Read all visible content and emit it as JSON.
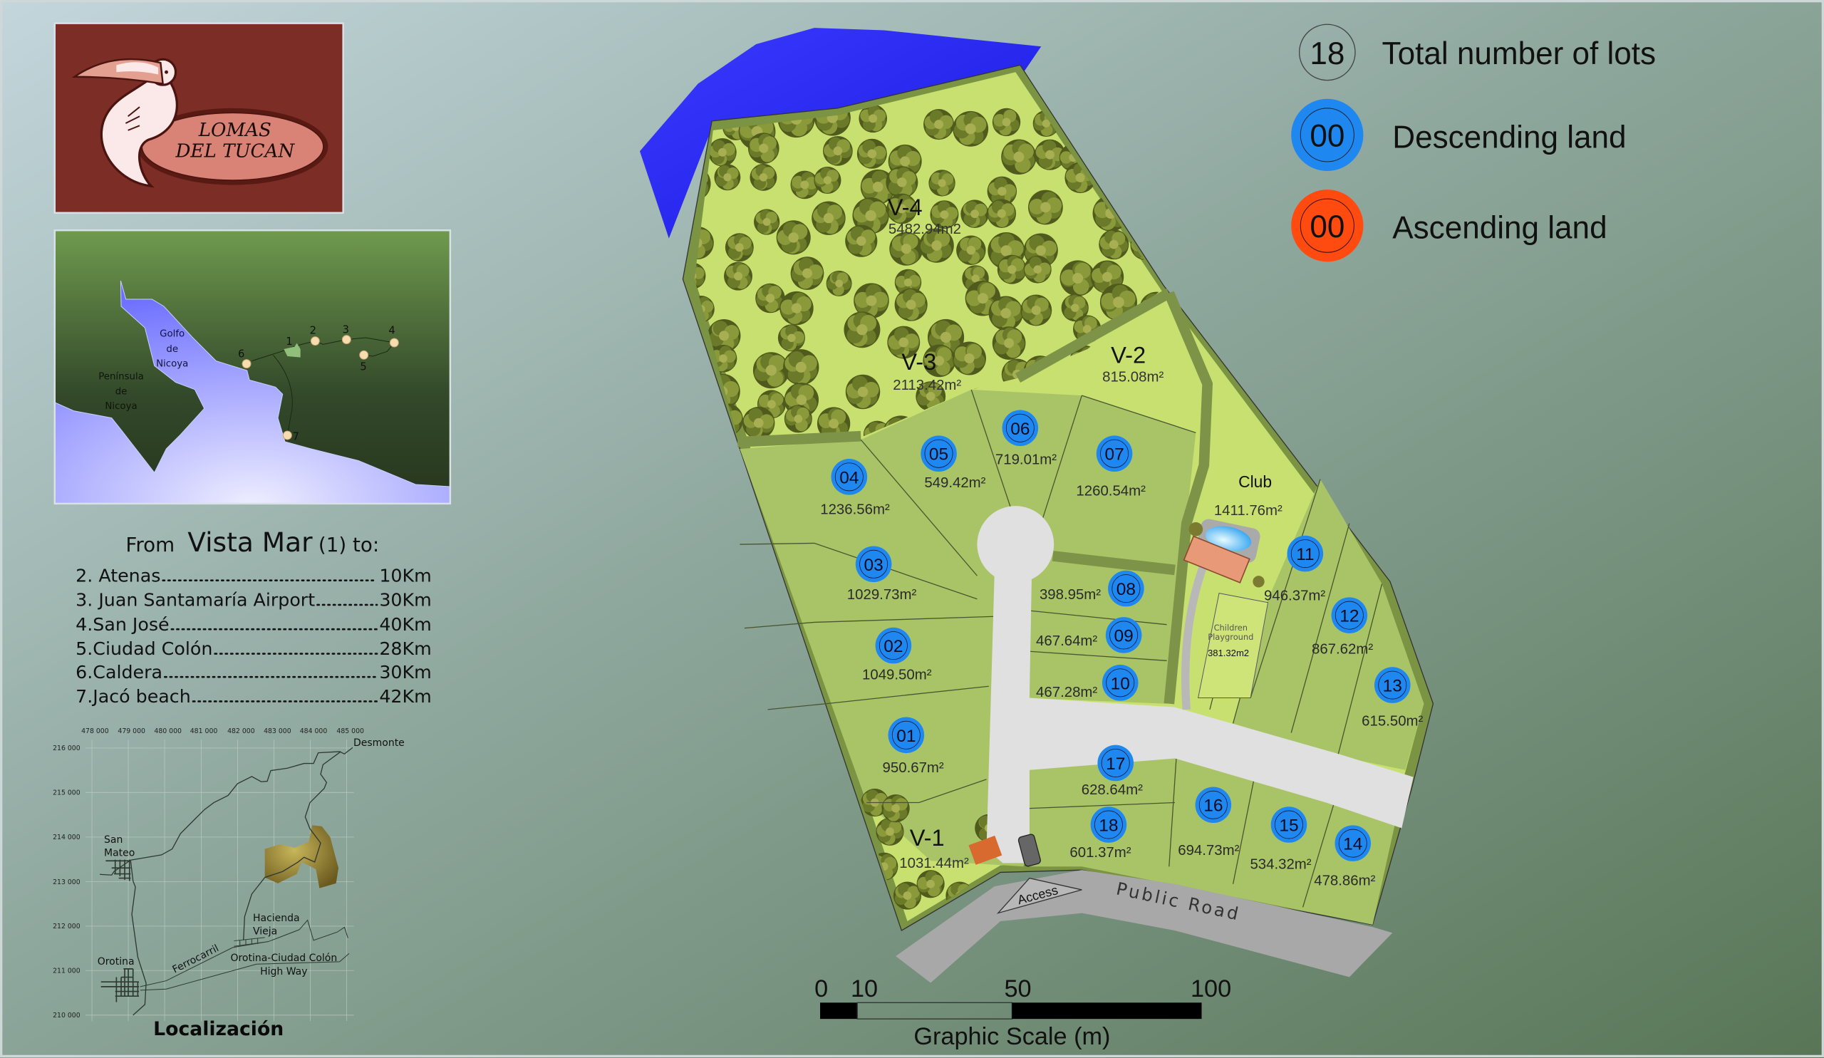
{
  "logo": {
    "line1": "LOMAS",
    "line2": "DEL TUCAN"
  },
  "region_map": {
    "gulf": [
      "Golfo",
      "de",
      "Nicoya"
    ],
    "peninsula": [
      "Península",
      "de",
      "Nicoya"
    ],
    "points": [
      "1",
      "2",
      "3",
      "4",
      "5",
      "6",
      "7"
    ]
  },
  "distances": {
    "from": "From",
    "place": "Vista Mar",
    "suffix": "(1) to:",
    "items": [
      {
        "label": "2. Atenas",
        "distance": "10Km"
      },
      {
        "label": "3. Juan Santamaría Airport",
        "distance": "30Km"
      },
      {
        "label": "4.San José",
        "distance": "40Km"
      },
      {
        "label": "5.Ciudad Colón",
        "distance": "28Km"
      },
      {
        "label": "6.Caldera",
        "distance": "30Km"
      },
      {
        "label": "7.Jacó beach",
        "distance": "42Km"
      }
    ]
  },
  "location_map": {
    "title": "Localización",
    "x_ticks": [
      "478 000",
      "479 000",
      "480 000",
      "481 000",
      "482 000",
      "483 000",
      "484 000",
      "485 000"
    ],
    "y_ticks": [
      "216 000",
      "215 000",
      "214 000",
      "213 000",
      "212 000",
      "211 000",
      "210 000"
    ],
    "places": {
      "desmonte": "Desmonte",
      "san_mateo": [
        "San",
        "Mateo"
      ],
      "hacienda_vieja": [
        "Hacienda",
        "Vieja"
      ],
      "orotina": "Orotina",
      "ferrocarril": "Ferrocarril",
      "highway": [
        "Orotina-Ciudad Colón",
        "High Way"
      ]
    }
  },
  "legend": {
    "total_count": "18",
    "total_label": "Total number of lots",
    "descending_code": "00",
    "descending_label": "Descending land",
    "ascending_code": "00",
    "ascending_label": "Ascending land"
  },
  "site": {
    "green_areas": [
      {
        "name": "V-4",
        "area": "5482.94m2"
      },
      {
        "name": "V-3",
        "area": "2113.42m²"
      },
      {
        "name": "V-2",
        "area": "815.08m²"
      },
      {
        "name": "V-1",
        "area": "1031.44m²"
      }
    ],
    "club": {
      "label": "Club",
      "area": "1411.76m²"
    },
    "playground": {
      "label1": "Children",
      "label2": "Playground",
      "area": "381.32m2"
    },
    "access": "Access",
    "public_road": "Public Road",
    "lots": [
      {
        "number": "01",
        "area": "950.67m²",
        "type": "descending"
      },
      {
        "number": "02",
        "area": "1049.50m²",
        "type": "descending"
      },
      {
        "number": "03",
        "area": "1029.73m²",
        "type": "descending"
      },
      {
        "number": "04",
        "area": "1236.56m²",
        "type": "descending"
      },
      {
        "number": "05",
        "area": "549.42m²",
        "type": "descending"
      },
      {
        "number": "06",
        "area": "719.01m²",
        "type": "descending"
      },
      {
        "number": "07",
        "area": "1260.54m²",
        "type": "descending"
      },
      {
        "number": "08",
        "area": "398.95m²",
        "type": "descending"
      },
      {
        "number": "09",
        "area": "467.64m²",
        "type": "descending"
      },
      {
        "number": "10",
        "area": "467.28m²",
        "type": "descending"
      },
      {
        "number": "11",
        "area": "946.37m²",
        "type": "descending"
      },
      {
        "number": "12",
        "area": "867.62m²",
        "type": "descending"
      },
      {
        "number": "13",
        "area": "615.50m²",
        "type": "descending"
      },
      {
        "number": "14",
        "area": "478.86m²",
        "type": "descending"
      },
      {
        "number": "15",
        "area": "534.32m²",
        "type": "descending"
      },
      {
        "number": "16",
        "area": "694.73m²",
        "type": "descending"
      },
      {
        "number": "17",
        "area": "628.64m²",
        "type": "descending"
      },
      {
        "number": "18",
        "area": "601.37m²",
        "type": "descending"
      }
    ]
  },
  "scale": {
    "ticks": [
      "0",
      "10",
      "50",
      "100"
    ],
    "title": "Graphic Scale (m)"
  },
  "colors": {
    "descending": "#1e88f0",
    "ascending": "#ff4a10",
    "logo_bg": "#7b2d26",
    "lot_green": "#a9c466",
    "common_green": "#c8e070"
  }
}
